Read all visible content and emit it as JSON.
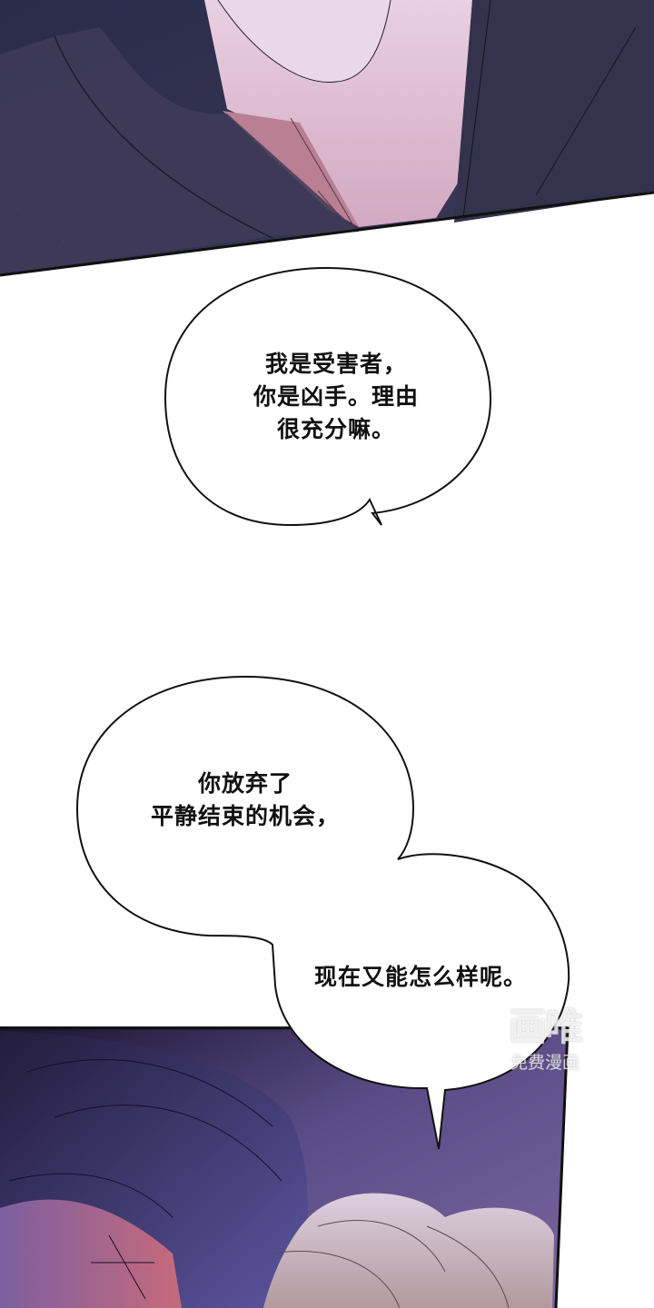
{
  "comic": {
    "panels": [
      {
        "id": "panel-top",
        "description": "Close-up of character's neck and collar in dark purple coat, night starry background",
        "colors": {
          "coat": "#3e3a55",
          "skin": "#d9b5cf",
          "shadow": "#a36b7f",
          "bg": "#1f2238"
        }
      },
      {
        "id": "panel-bottom",
        "description": "Dark-haired character leaning close to light-haired character, purple backdrop",
        "colors": {
          "bg": "#6e5a93",
          "dark_hair": "#3d3a6b",
          "light_hair": "#c9b4b8",
          "skin": "#c88a9a"
        }
      }
    ],
    "bubbles": [
      {
        "lines": [
          "我是受害者，",
          "你是凶手。理由",
          "很充分嘛。"
        ]
      },
      {
        "lines": [
          "你放弃了",
          "平静结束的机会，"
        ]
      },
      {
        "lines": [
          "现在又能怎么样呢。"
        ]
      }
    ],
    "watermark": {
      "logo": "画唯",
      "subtitle": "免费漫画"
    }
  }
}
